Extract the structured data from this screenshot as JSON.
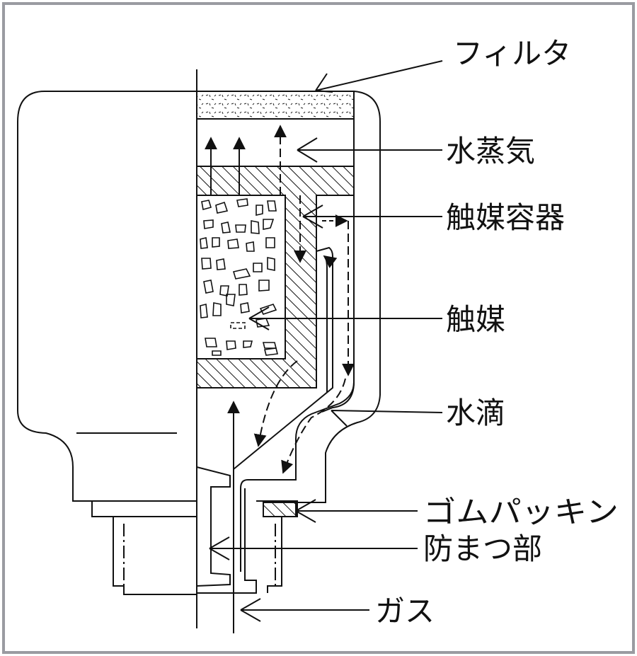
{
  "labels": {
    "filter": "フィルタ",
    "steam": "水蒸気",
    "catalyst_container": "触媒容器",
    "catalyst": "触媒",
    "water_drop": "水滴",
    "rubber_packing": "ゴムパッキン",
    "splash_guard": "防まつ部",
    "gas": "ガス"
  },
  "colors": {
    "line": "#111111",
    "frame": "#9a9ba1",
    "background": "#ffffff"
  }
}
